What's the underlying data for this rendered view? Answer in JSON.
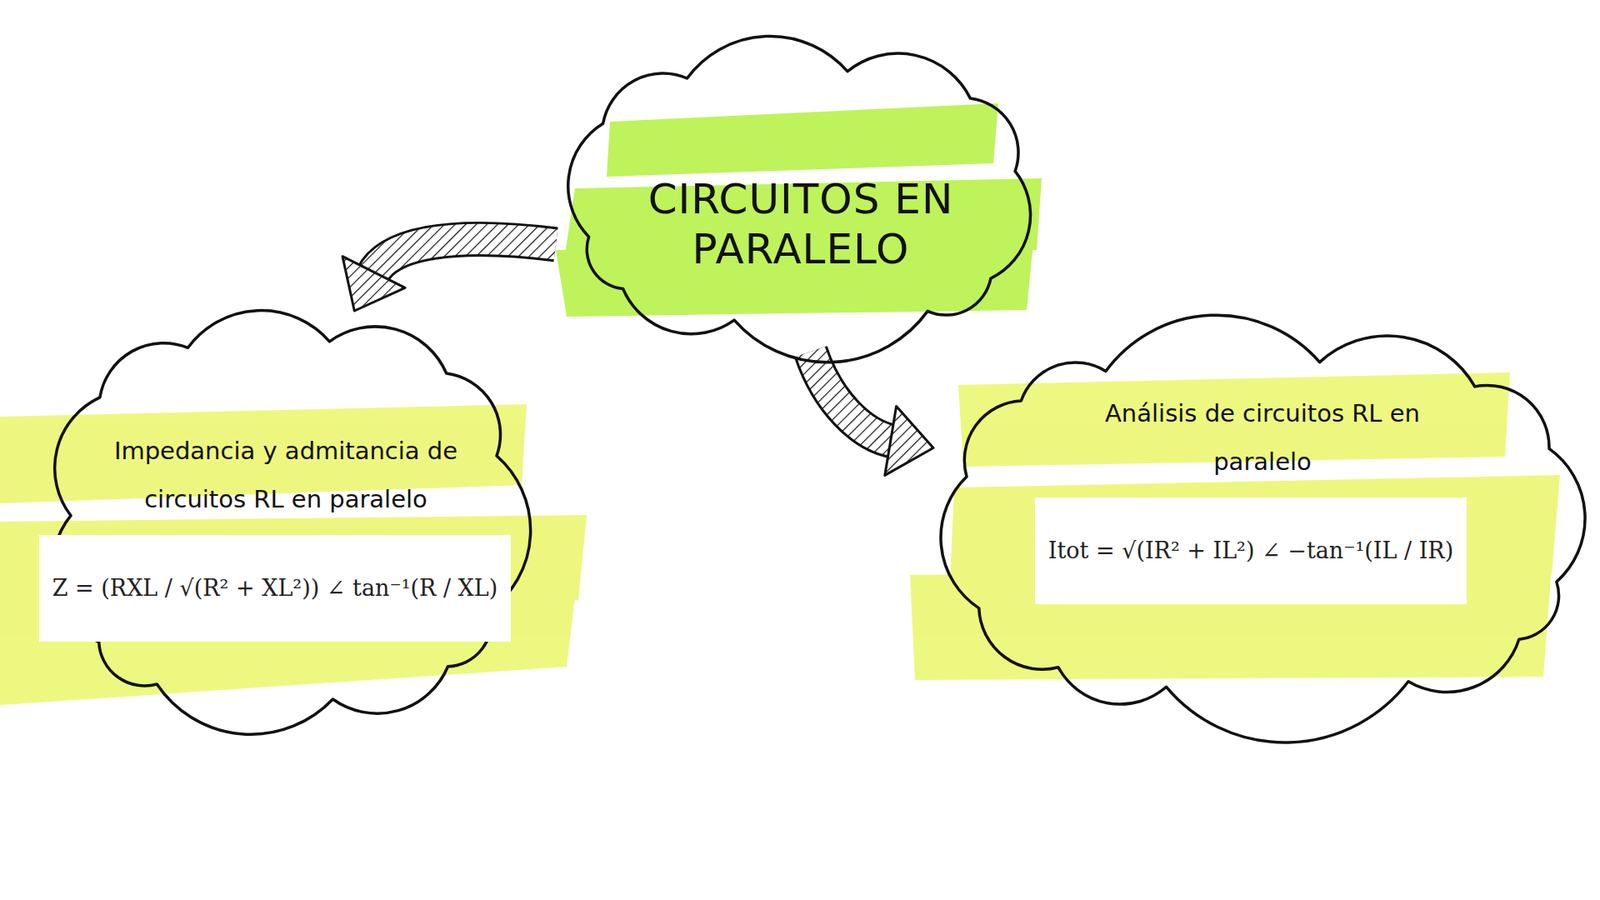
{
  "diagram": {
    "nodes": [
      {
        "text": [
          "CIRCUITOS EN PARALELO"
        ]
      },
      {
        "text": [
          "Impedancia y admitancia de circuitos RL en paralelo",
          "Z = (RXL / √(R² + XL²)) ∠ tan⁻¹(R / XL)"
        ]
      },
      {
        "text": [
          "Análisis de circuitos RL en paralelo",
          "Itot = √(IR² + IL²) ∠ −tan⁻¹(IL / IR)"
        ]
      }
    ],
    "edges": [
      {
        "from": 0,
        "to": 1,
        "arrow": "to"
      },
      {
        "from": 0,
        "to": 2,
        "arrow": "to"
      }
    ]
  }
}
